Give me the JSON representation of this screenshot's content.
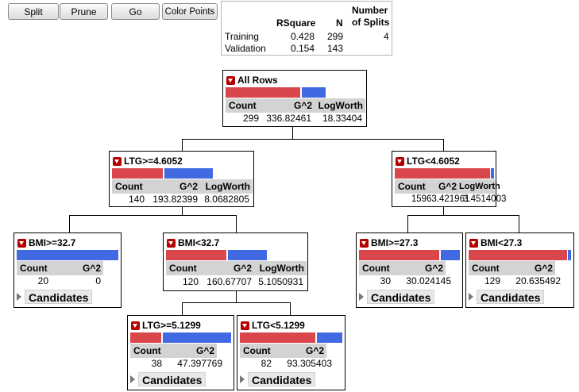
{
  "toolbar": {
    "split": "Split",
    "prune": "Prune",
    "go": "Go",
    "color_points": "Color Points"
  },
  "fit_stats": {
    "col_rsquare": "RSquare",
    "col_n": "N",
    "col_splits_1": "Number",
    "col_splits_2": "of Splits",
    "rows": [
      {
        "label": "Training",
        "rsquare": "0.428",
        "n": "299",
        "splits": "4"
      },
      {
        "label": "Validation",
        "rsquare": "0.154",
        "n": "143",
        "splits": ""
      }
    ]
  },
  "headers": {
    "count": "Count",
    "g2": "G^2",
    "logworth": "LogWorth",
    "candidates": "Candidates"
  },
  "colors": {
    "red": "#d9464c",
    "blue": "#4169e1"
  },
  "nodes": {
    "all_rows": {
      "title": "All Rows",
      "count": "299",
      "g2": "336.82461",
      "logworth": "18.33404",
      "red_fraction": 0.71
    },
    "ltg_ge_4_6052": {
      "title": "LTG>=4.6052",
      "count": "140",
      "g2": "193.82399",
      "logworth": "8.0682805",
      "red_fraction": 0.51
    },
    "ltg_lt_4_6052": {
      "title": "LTG<4.6052",
      "count": "159",
      "g2": "63.421961",
      "logworth": "3.4514003",
      "red_fraction": 0.96
    },
    "bmi_ge_32_7": {
      "title": "BMI>=32.7",
      "count": "20",
      "g2": "0",
      "red_fraction": 0.0
    },
    "bmi_lt_32_7": {
      "title": "BMI<32.7",
      "count": "120",
      "g2": "160.67707",
      "logworth": "5.1050931",
      "red_fraction": 0.6
    },
    "bmi_ge_27_3": {
      "title": "BMI>=27.3",
      "count": "30",
      "g2": "30.024145",
      "red_fraction": 0.81
    },
    "bmi_lt_27_3": {
      "title": "BMI<27.3",
      "count": "129",
      "g2": "20.635492",
      "red_fraction": 0.97
    },
    "ltg_ge_5_1299": {
      "title": "LTG>=5.1299",
      "count": "38",
      "g2": "47.397769",
      "red_fraction": 0.31
    },
    "ltg_lt_5_1299": {
      "title": "LTG<5.1299",
      "count": "82",
      "g2": "93.305403",
      "red_fraction": 0.74
    }
  }
}
